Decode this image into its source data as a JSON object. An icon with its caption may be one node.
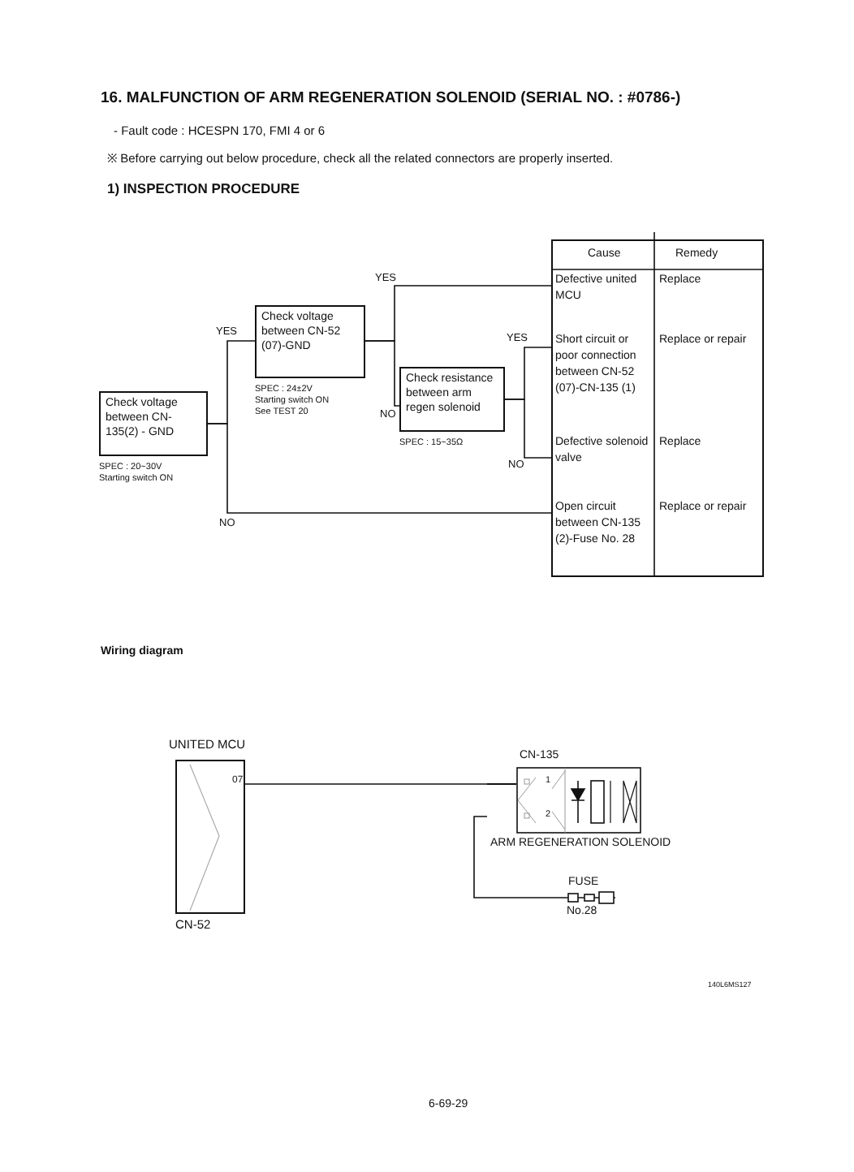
{
  "diagram": {
    "title": "16. MALFUNCTION OF ARM REGENERATION SOLENOID (SERIAL NO. : #0786-)",
    "nodes": [
      {
        "text": [
          "Check voltage between CN-135(2) - GND"
        ],
        "beside": [
          "SPEC : 20~30V",
          "Starting switch ON"
        ]
      },
      {
        "text": [
          "Check voltage between CN-52 (07)-GND"
        ],
        "beside": [
          "SPEC : 24±2V",
          "Starting switch ON",
          "See TEST 20"
        ]
      },
      {
        "text": [
          "Check resistance between arm regen solenoid"
        ],
        "beside": [
          "SPEC : 15~35Ω"
        ]
      },
      {
        "text": [
          "Defective united MCU",
          "Replace"
        ]
      },
      {
        "text": [
          "Short circuit or poor connection between CN-52 (07)-CN-135 (1)",
          "Replace or repair"
        ]
      },
      {
        "text": [
          "Defective solenoid valve",
          "Replace"
        ]
      },
      {
        "text": [
          "Open circuit between CN-135 (2)-Fuse No. 28",
          "Replace or repair"
        ]
      },
      {
        "text": [
          "UNITED MCU",
          "CN-52"
        ]
      },
      {
        "text": [
          "CN-135",
          "ARM REGENERATION SOLENOID"
        ]
      },
      {
        "text": [
          "FUSE",
          "No.28"
        ]
      }
    ],
    "edges": [
      {
        "from": 0,
        "to": 1,
        "arrow": "none",
        "label": "YES"
      },
      {
        "from": 1,
        "to": 3,
        "arrow": "none",
        "label": "YES"
      },
      {
        "from": 1,
        "to": 2,
        "arrow": "none",
        "label": "NO"
      },
      {
        "from": 2,
        "to": 4,
        "arrow": "none",
        "label": "YES"
      },
      {
        "from": 2,
        "to": 5,
        "arrow": "none",
        "label": "NO"
      },
      {
        "from": 0,
        "to": 6,
        "arrow": "none",
        "label": "NO"
      },
      {
        "from": 7,
        "to": 8,
        "arrow": "none"
      },
      {
        "from": 8,
        "to": 9,
        "arrow": "none"
      }
    ],
    "labels": [
      "- Fault code : HCESPN 170, FMI 4 or 6",
      "※ Before carrying out below procedure, check all the related connectors are properly inserted.",
      "1) INSPECTION PROCEDURE",
      "Cause",
      "Remedy",
      "Wiring diagram",
      "07",
      "1",
      "2",
      "140L6MS127",
      "6-69-29"
    ]
  }
}
